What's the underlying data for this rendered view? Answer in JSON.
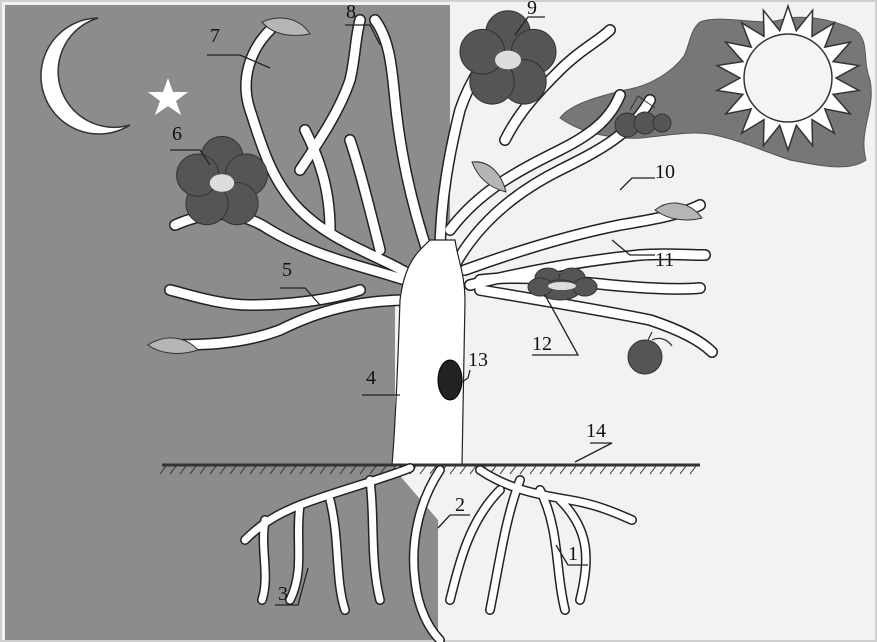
{
  "labels": {
    "l1": "1",
    "l2": "2",
    "l3": "3",
    "l4": "4",
    "l5": "5",
    "l6": "6",
    "l7": "7",
    "l8": "8",
    "l9": "9",
    "l10": "10",
    "l11": "11",
    "l12": "12",
    "l13": "13",
    "l14": "14"
  },
  "colors": {
    "night_panel": "#8c8c8c",
    "day_panel": "#f2f2f2",
    "trunk": "#ffffff",
    "outline": "#222222",
    "petal": "#555555",
    "flower_center": "#dddddd",
    "cloud": "#777777",
    "sun_fill": "#f4f4f4",
    "fruit": "#555555",
    "leaf": "#b5b5b5"
  },
  "icons": [
    "moon-icon",
    "star-icon",
    "sun-icon",
    "cloud-icon",
    "flower-icon",
    "fruit-icon",
    "leaf-icon",
    "tree-hollow-icon"
  ]
}
